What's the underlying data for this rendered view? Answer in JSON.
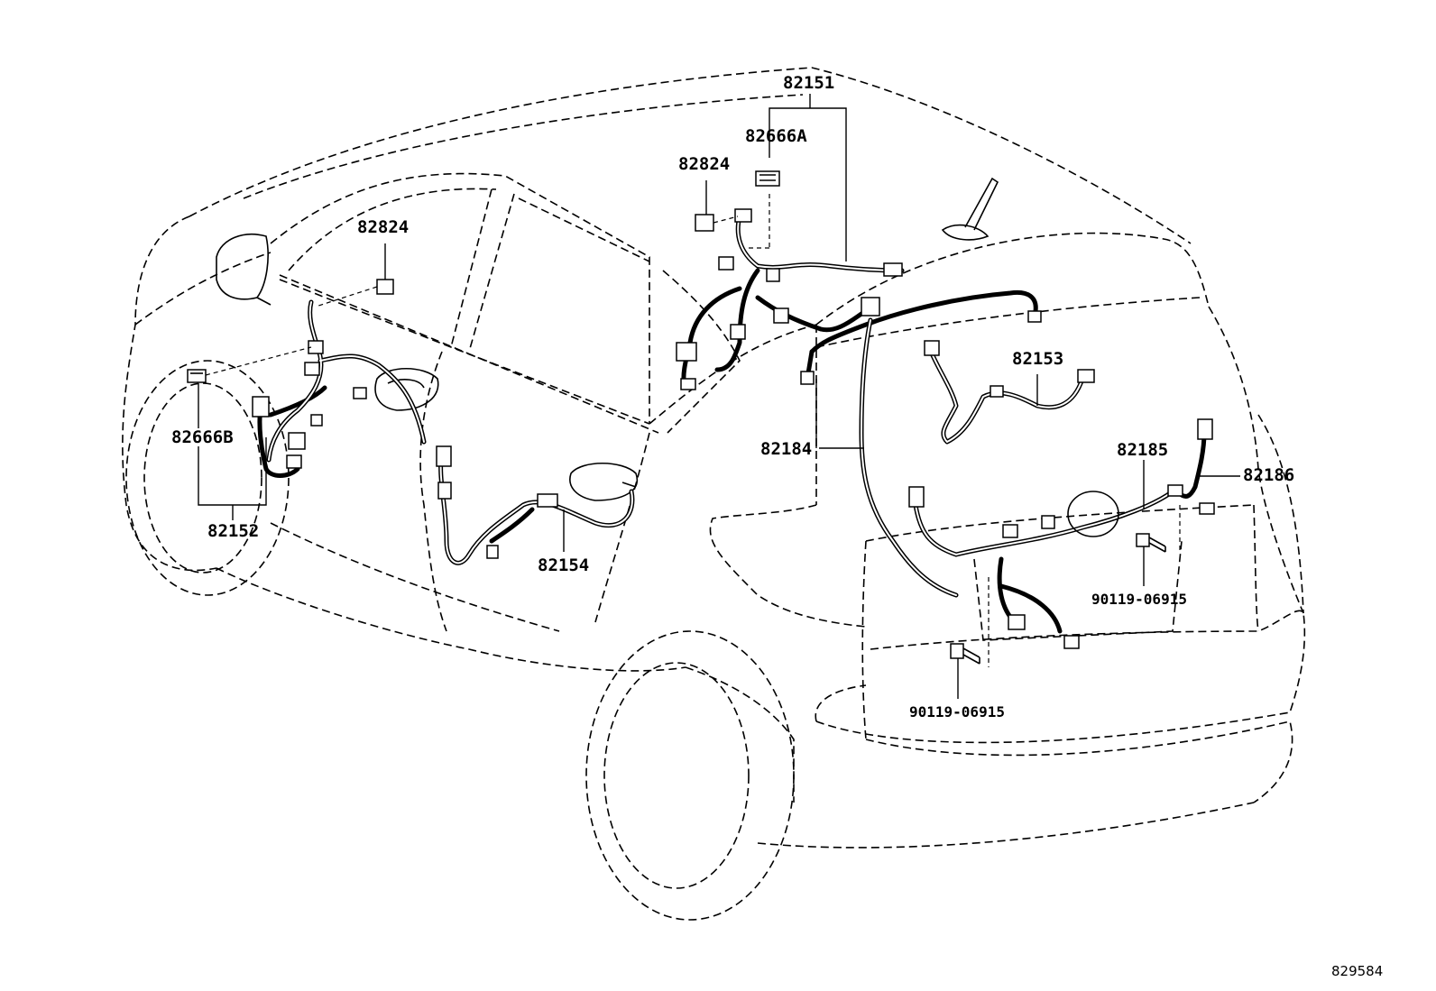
{
  "diagram_id": "829584",
  "parts": {
    "p82151": "82151",
    "p82666a": "82666A",
    "p82824_top": "82824",
    "p82824_left": "82824",
    "p82153": "82153",
    "p82184": "82184",
    "p82185": "82185",
    "p82186": "82186",
    "p82666b": "82666B",
    "p82152": "82152",
    "p82154": "82154",
    "bolt_right": "90119-06915",
    "bolt_center": "90119-06915"
  }
}
